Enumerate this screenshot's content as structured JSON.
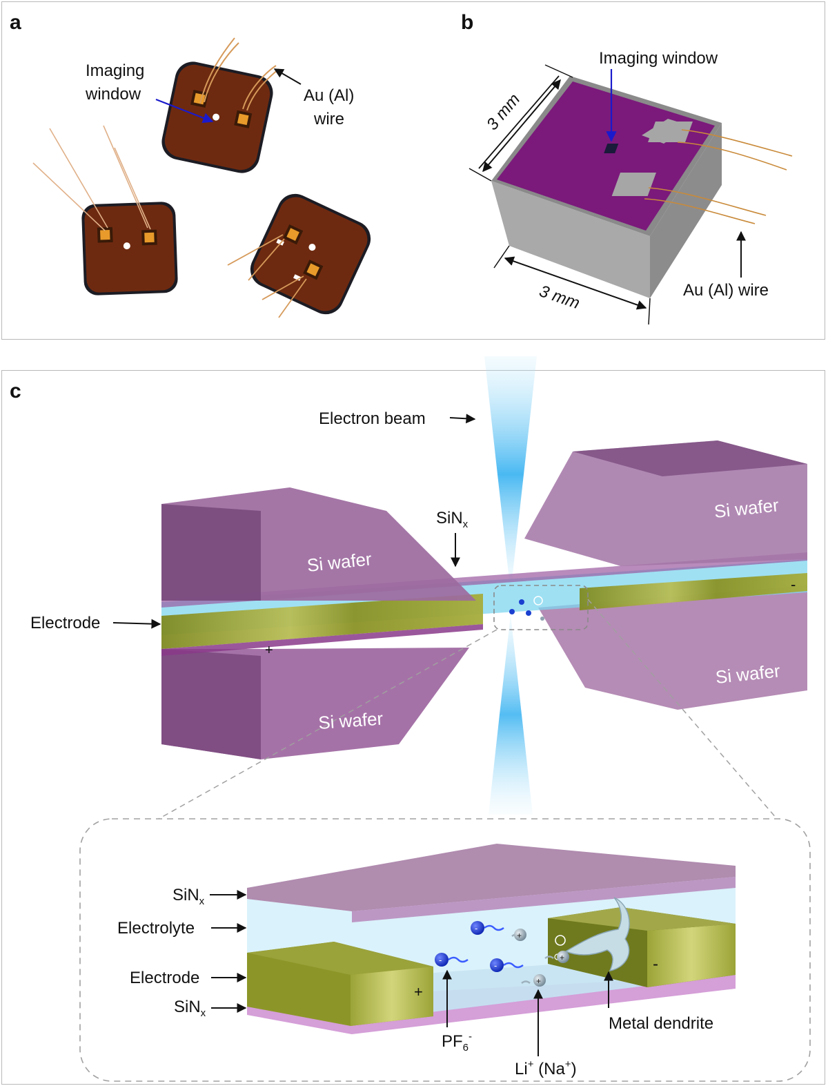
{
  "panel_a": {
    "label": "a",
    "imaging_window_line1": "Imaging",
    "imaging_window_line2": "window",
    "wire_line1": "Au (Al)",
    "wire_line2": "wire"
  },
  "panel_b": {
    "label": "b",
    "imaging_window": "Imaging window",
    "dim_top": "3 mm",
    "dim_bottom": "3 mm",
    "wire": "Au (Al) wire"
  },
  "panel_c": {
    "label": "c",
    "electron_beam": "Electron beam",
    "sinx": "SiN",
    "sinx_sub": "x",
    "electrode": "Electrode",
    "si_wafer_tl": "Si wafer",
    "si_wafer_tr": "Si wafer",
    "si_wafer_bl": "Si wafer",
    "si_wafer_br": "Si wafer",
    "plus": "+",
    "minus": "-"
  },
  "inset": {
    "sinx_top": "SiN",
    "sinx_top_sub": "x",
    "electrolyte": "Electrolyte",
    "electrode": "Electrode",
    "sinx_bottom": "SiN",
    "sinx_bottom_sub": "x",
    "pf6": "PF",
    "pf6_sub": "6",
    "pf6_sup": "-",
    "li": "Li",
    "li_sup": "+",
    "na_open": " (Na",
    "na_sup": "+",
    "na_close": ")",
    "dendrite": "Metal dendrite",
    "plus": "+",
    "minus": "-",
    "anion_sign": "-",
    "cation_sign": "+"
  },
  "colors": {
    "chip_brown": "#6e2a10",
    "pad_orange": "#e89a2a",
    "purple_top": "#7b1a7b",
    "chip_gray": "#a6a6a6",
    "wire": "#d4924a",
    "wafer_purple": "#9c6aa0",
    "electrode_green": "#8f9a2a",
    "beam_blue": "#35b6f0",
    "electrolyte": "#cdeefa",
    "anion_blue": "#1a3fd0",
    "cation_gray": "#8fa3b0"
  }
}
